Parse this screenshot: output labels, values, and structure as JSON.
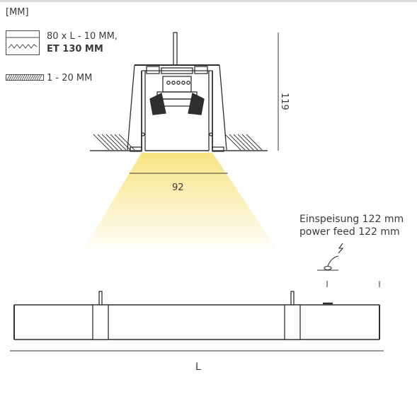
{
  "header": {
    "unit_label": "[MM]"
  },
  "legend": {
    "ceiling_cutout": "80 x L - 10 MM,",
    "ceiling_cutout_alt": "ET 130 MM",
    "ceiling_thickness": "1 - 20 MM",
    "icons": [
      "ceiling-cutout-icon",
      "ceiling-thickness-hatch-icon"
    ]
  },
  "cross_section": {
    "height_dimension": "119",
    "width_dimension": "92",
    "light_color": "#f7e27a"
  },
  "side_view": {
    "power_feed_de": "Einspeisung 122 mm",
    "power_feed_en": "power feed 122 mm",
    "length_dimension": "L",
    "icons": [
      "power-feed-icon"
    ]
  }
}
